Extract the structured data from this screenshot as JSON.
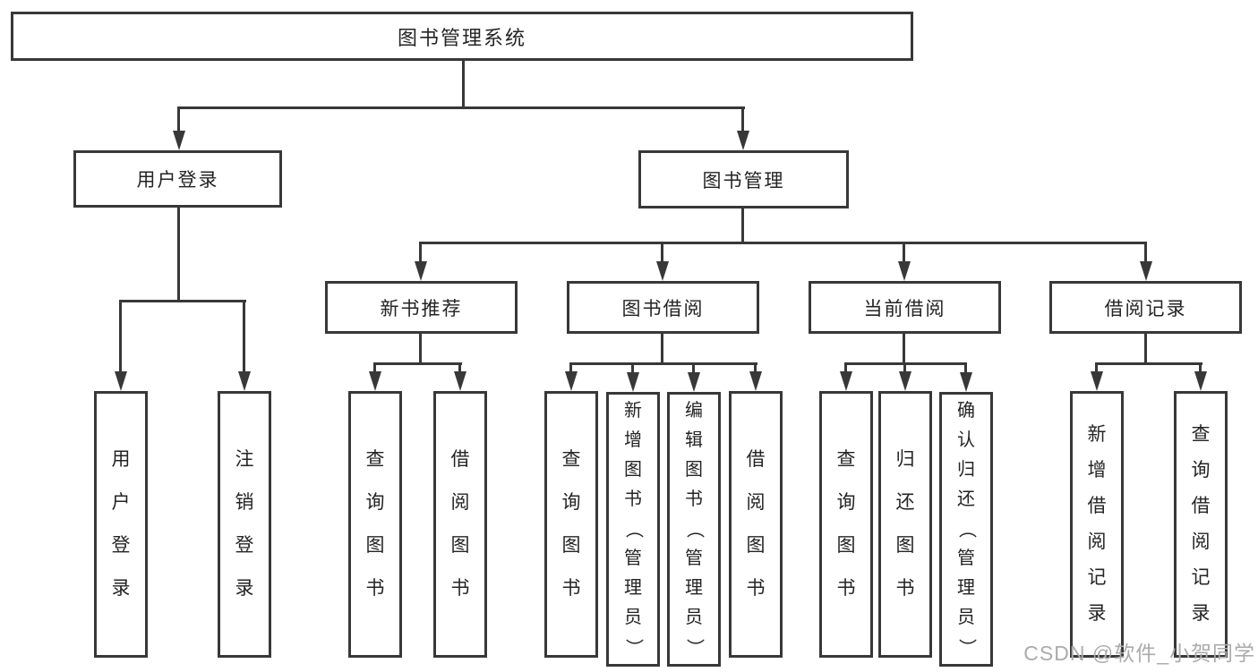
{
  "colors": {
    "line": "#383838",
    "text": "#242424",
    "watermark": "#ababab",
    "background": "#ffffff"
  },
  "watermark": {
    "text": "CSDN @软件_小贺同学"
  },
  "diagram": {
    "root": {
      "label": "图书管理系统"
    },
    "level2": {
      "user_login": {
        "label": "用户登录"
      },
      "book_mgmt": {
        "label": "图书管理"
      }
    },
    "level3": {
      "new_book": {
        "label": "新书推荐"
      },
      "book_borrow": {
        "label": "图书借阅"
      },
      "current_borrow": {
        "label": "当前借阅"
      },
      "borrow_records": {
        "label": "借阅记录"
      }
    },
    "leaves": {
      "user_login": [
        "用户登录",
        "注销登录"
      ],
      "new_book": [
        "查询图书",
        "借阅图书"
      ],
      "book_borrow": [
        "查询图书",
        "新增图书（管理员）",
        "编辑图书（管理员）",
        "借阅图书"
      ],
      "current_borrow": [
        "查询图书",
        "归还图书",
        "确认归还（管理员）"
      ],
      "borrow_records": [
        "新增借阅记录",
        "查询借阅记录"
      ]
    }
  }
}
